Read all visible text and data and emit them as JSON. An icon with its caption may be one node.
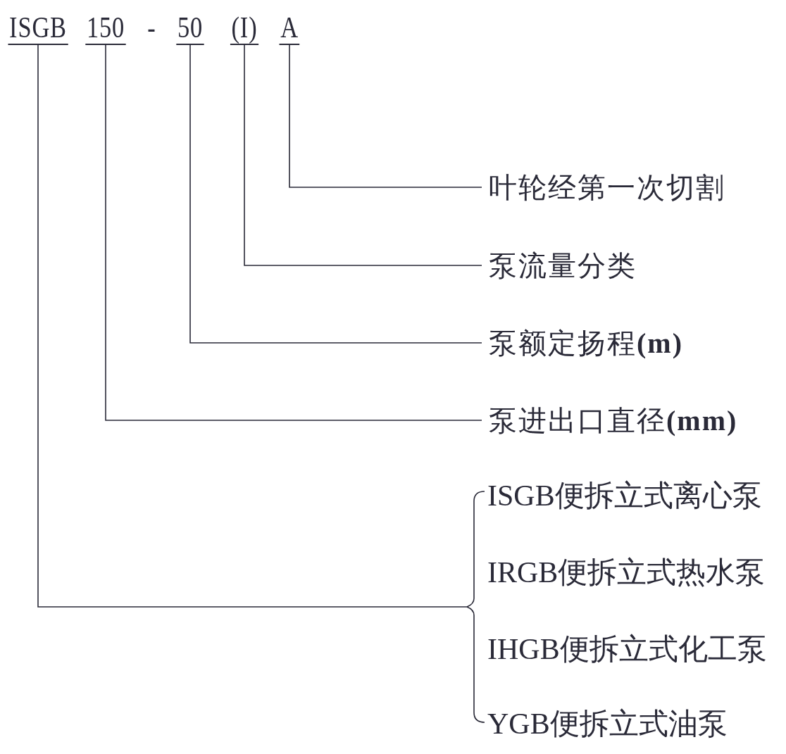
{
  "diagram": {
    "nodes": [
      {
        "text": [
          "ISGB"
        ]
      },
      {
        "text": [
          "150"
        ]
      },
      {
        "text": [
          "50"
        ]
      },
      {
        "text": [
          "(I)"
        ]
      },
      {
        "text": [
          "A"
        ]
      },
      {
        "text": [
          "叶轮经第一次切割"
        ]
      },
      {
        "text": [
          "泵流量分类"
        ]
      },
      {
        "text": [
          "泵额定扬程**(m)**"
        ]
      },
      {
        "text": [
          "泵进出口直径**(mm)**"
        ]
      },
      {
        "text": [
          "ISGB便拆立式离心泵"
        ]
      },
      {
        "text": [
          "IRGB便拆立式热水泵"
        ]
      },
      {
        "text": [
          "IHGB便拆立式化工泵"
        ]
      },
      {
        "text": [
          "YGB便拆立式油泵"
        ]
      }
    ],
    "edges": [
      {
        "from": 4,
        "to": 5,
        "arrow": "none"
      },
      {
        "from": 3,
        "to": 6,
        "arrow": "none"
      },
      {
        "from": 2,
        "to": 7,
        "arrow": "none"
      },
      {
        "from": 1,
        "to": 8,
        "arrow": "none"
      },
      {
        "from": 0,
        "to": 9,
        "arrow": "none"
      },
      {
        "from": 0,
        "to": 10,
        "arrow": "none"
      },
      {
        "from": 0,
        "to": 11,
        "arrow": "none"
      },
      {
        "from": 0,
        "to": 12,
        "arrow": "none"
      }
    ],
    "labels": [
      "-"
    ]
  }
}
